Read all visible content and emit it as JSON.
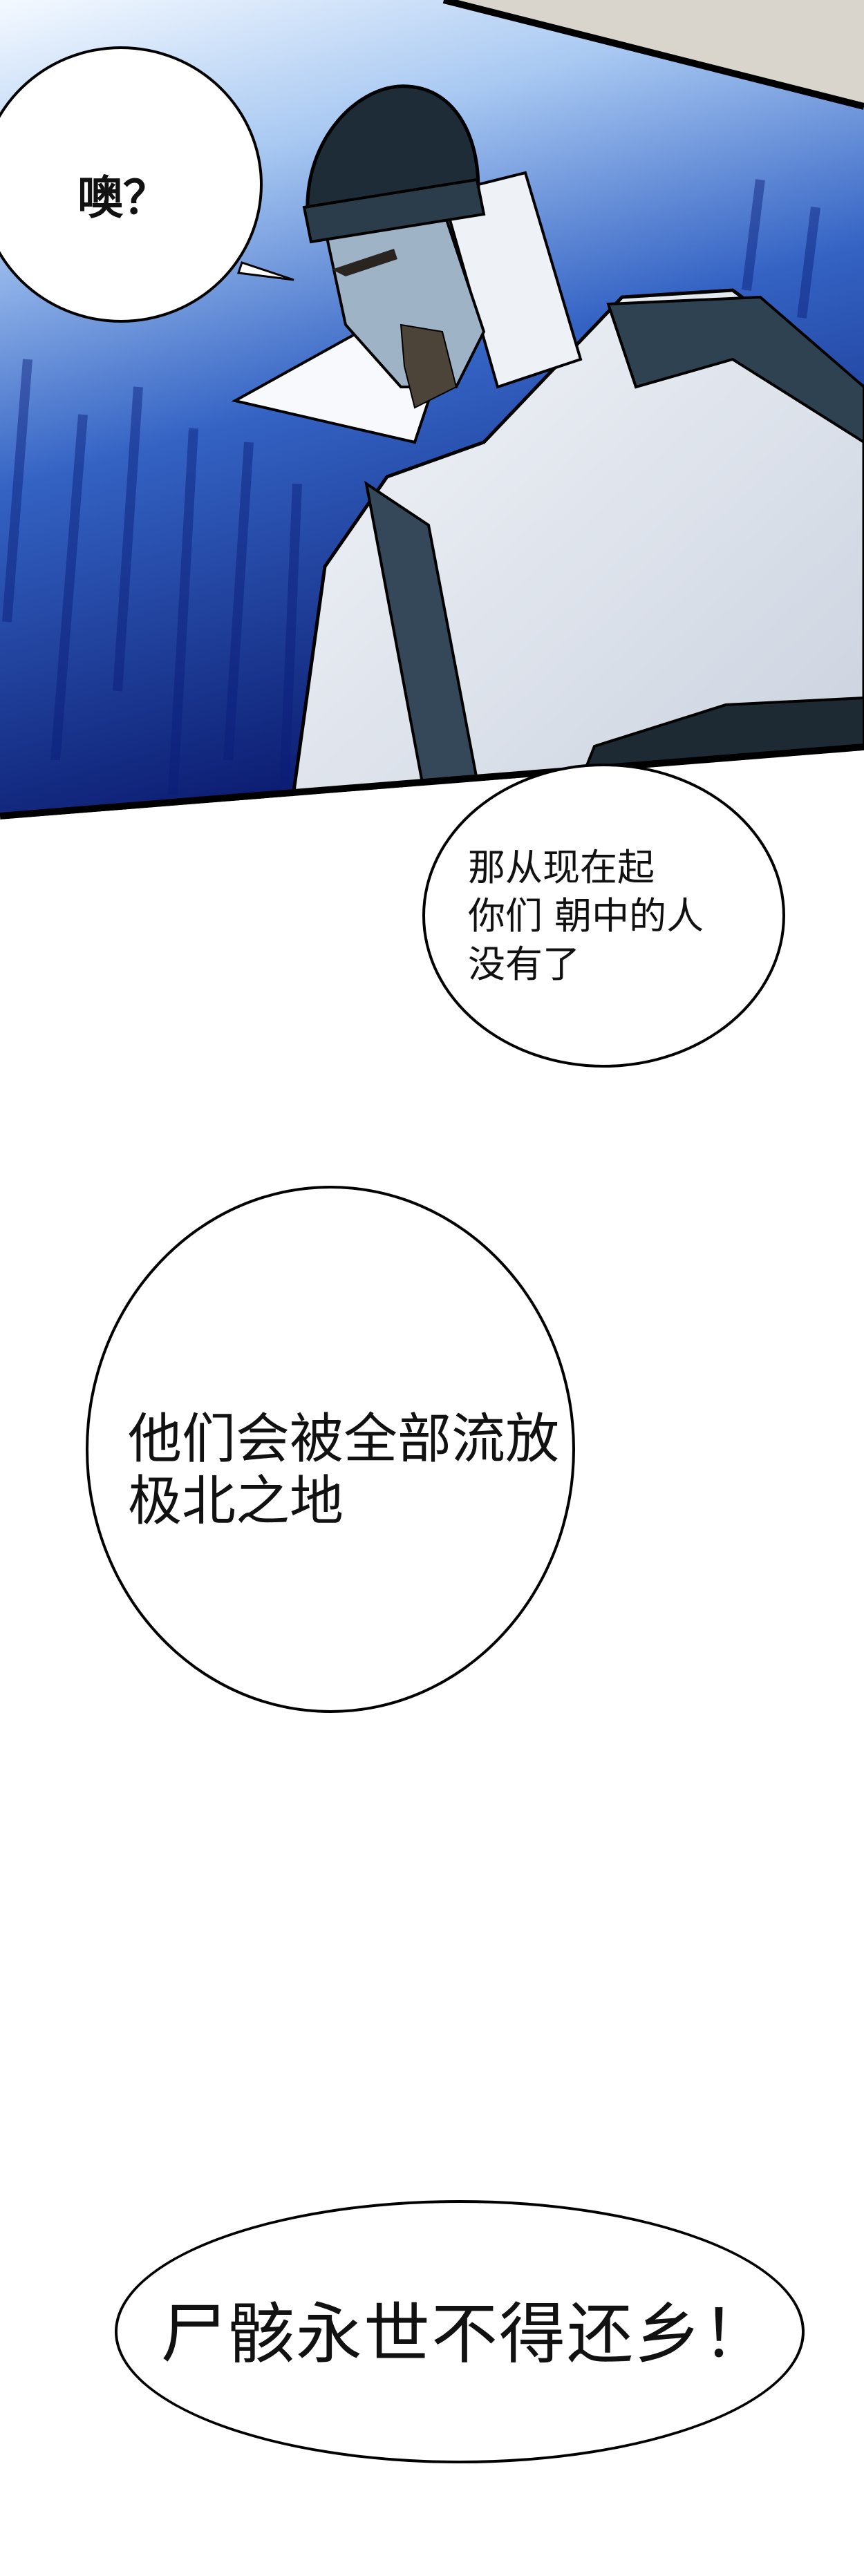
{
  "comic": {
    "panel1": {
      "description": "Low-angle shot of a bearded official in a dark hat and white robes with a blue speed-line background",
      "colors": {
        "sky_top": "#e8f2ff",
        "sky_mid": "#4a7fd6",
        "sky_dark": "#0c1f7a",
        "robe": "#e9edf3",
        "robe_dark": "#34485a",
        "hat": "#1e2c38",
        "wall": "#d9d5cd"
      }
    },
    "bubbles": [
      {
        "id": "b1",
        "text": "噢？"
      },
      {
        "id": "b2",
        "lines": [
          "那从现在起",
          "你们 朝中的人",
          "没有了"
        ]
      },
      {
        "id": "b3",
        "lines": [
          "他们会被全部流放",
          "极北之地"
        ]
      },
      {
        "id": "b4",
        "text": "尸骸永世不得还乡！"
      }
    ]
  }
}
